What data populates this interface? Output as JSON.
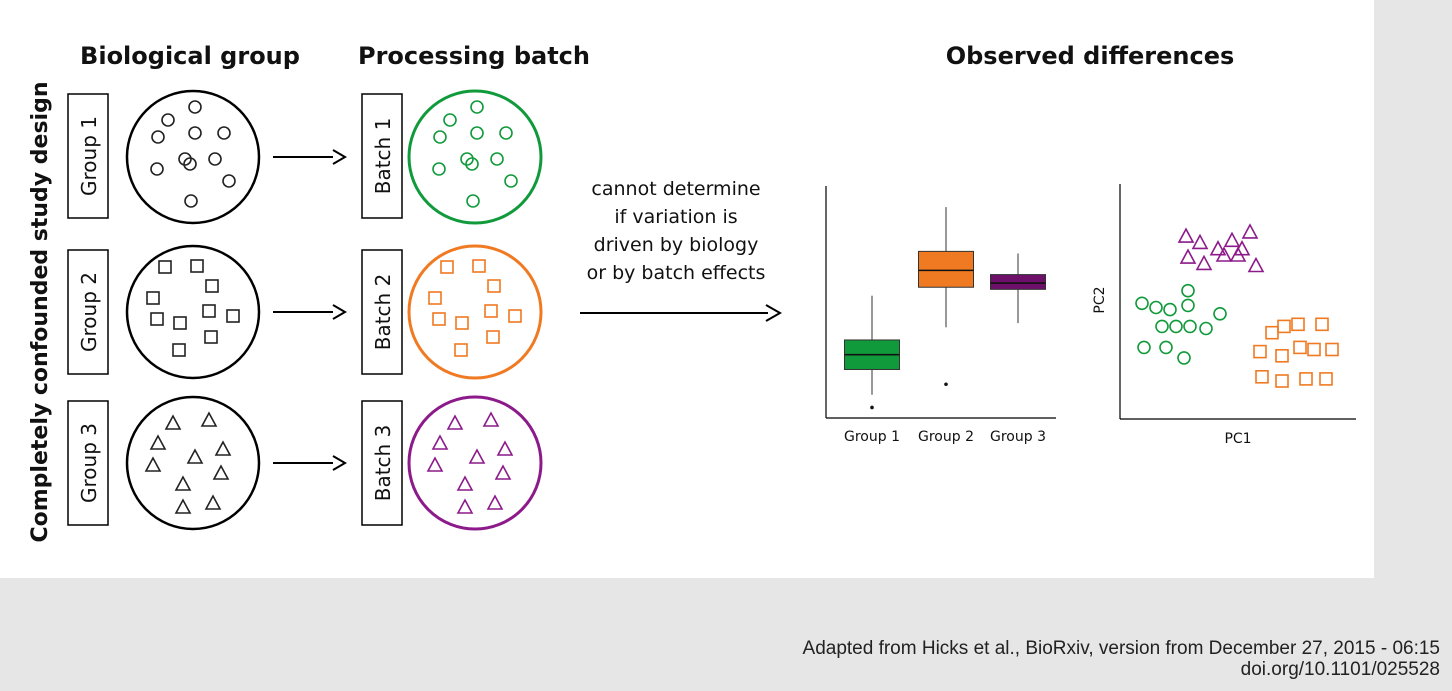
{
  "headers": {
    "biological_group": "Biological group",
    "processing_batch": "Processing batch",
    "observed_differences": "Observed differences"
  },
  "side_label": "Completely confounded study design",
  "groups": [
    {
      "label": "Group 1",
      "batch": "Batch 1",
      "marker": "circle",
      "color": "#119a3b"
    },
    {
      "label": "Group 2",
      "batch": "Batch 2",
      "marker": "square",
      "color": "#f07a22"
    },
    {
      "label": "Group 3",
      "batch": "Batch 3",
      "marker": "triangle",
      "color": "#8c1a8a"
    }
  ],
  "middle_note": [
    "cannot determine",
    "if variation is",
    "driven by biology",
    "or by batch effects"
  ],
  "chart_data": [
    {
      "type": "box",
      "categories": [
        "Group 1",
        "Group 2",
        "Group 3"
      ],
      "colors": [
        "#119a3b",
        "#f07a22",
        "#6e0f6b"
      ],
      "boxes": [
        {
          "whisker_low": 0.11,
          "q1": 0.23,
          "median": 0.3,
          "q3": 0.37,
          "whisker_high": 0.58,
          "outliers": [
            0.05
          ]
        },
        {
          "whisker_low": 0.43,
          "q1": 0.62,
          "median": 0.7,
          "q3": 0.79,
          "whisker_high": 1.0,
          "outliers": [
            0.16
          ]
        },
        {
          "whisker_low": 0.45,
          "q1": 0.61,
          "median": 0.64,
          "q3": 0.68,
          "whisker_high": 0.78,
          "outliers": []
        }
      ],
      "ylim": [
        0,
        1.1
      ]
    },
    {
      "type": "scatter",
      "xlabel": "PC1",
      "ylabel": "PC2",
      "xlim": [
        0,
        10
      ],
      "ylim": [
        0,
        10
      ],
      "series": [
        {
          "marker": "triangle",
          "color": "#8c1a8a",
          "points": [
            [
              2.7,
              7.9
            ],
            [
              3.4,
              7.6
            ],
            [
              4.3,
              7.3
            ],
            [
              5.0,
              7.7
            ],
            [
              5.5,
              7.3
            ],
            [
              5.9,
              8.1
            ],
            [
              2.8,
              6.9
            ],
            [
              3.6,
              6.6
            ],
            [
              4.6,
              7.0
            ],
            [
              5.3,
              7.0
            ],
            [
              6.2,
              6.5
            ]
          ]
        },
        {
          "marker": "circle",
          "color": "#119a3b",
          "points": [
            [
              0.5,
              4.7
            ],
            [
              1.2,
              4.5
            ],
            [
              1.9,
              4.4
            ],
            [
              2.8,
              4.6
            ],
            [
              2.8,
              5.3
            ],
            [
              1.5,
              3.6
            ],
            [
              2.2,
              3.6
            ],
            [
              2.9,
              3.6
            ],
            [
              3.7,
              3.5
            ],
            [
              4.4,
              4.2
            ],
            [
              0.6,
              2.6
            ],
            [
              1.7,
              2.6
            ],
            [
              2.6,
              2.1
            ]
          ]
        },
        {
          "marker": "square",
          "color": "#f07a22",
          "points": [
            [
              7.0,
              3.3
            ],
            [
              7.6,
              3.6
            ],
            [
              8.3,
              3.7
            ],
            [
              9.5,
              3.7
            ],
            [
              6.4,
              2.4
            ],
            [
              7.5,
              2.2
            ],
            [
              8.4,
              2.6
            ],
            [
              9.1,
              2.5
            ],
            [
              10.0,
              2.5
            ],
            [
              6.5,
              1.2
            ],
            [
              7.5,
              1.0
            ],
            [
              8.7,
              1.1
            ],
            [
              9.7,
              1.1
            ]
          ]
        }
      ]
    }
  ]
}
